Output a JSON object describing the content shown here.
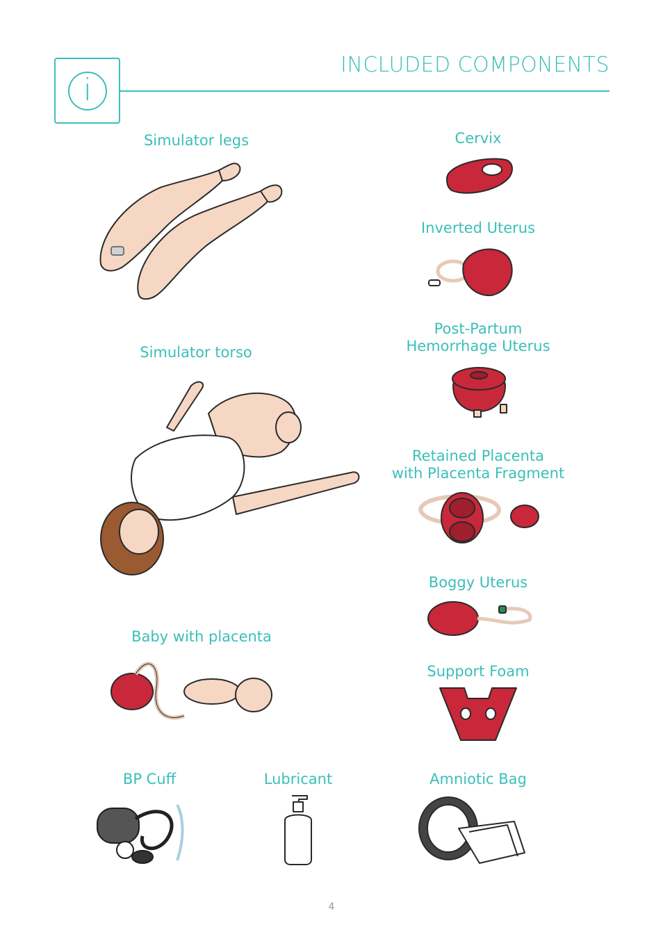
{
  "header": {
    "title": "INCLUDED COMPONENTS",
    "info_icon": "info-icon"
  },
  "components": {
    "simulator_legs": "Simulator legs",
    "simulator_torso": "Simulator torso",
    "baby_with_placenta": "Baby with placenta",
    "bp_cuff": "BP Cuff",
    "lubricant": "Lubricant",
    "cervix": "Cervix",
    "inverted_uterus": "Inverted Uterus",
    "pph_uterus_line1": "Post-Partum",
    "pph_uterus_line2": "Hemorrhage Uterus",
    "retained_placenta_line1": "Retained Placenta",
    "retained_placenta_line2": "with Placenta Fragment",
    "boggy_uterus": "Boggy Uterus",
    "support_foam": "Support Foam",
    "amniotic_bag": "Amniotic Bag"
  },
  "footer": {
    "page_number": "4"
  },
  "colors": {
    "accent": "#3bbfb8",
    "component_red": "#c8283a",
    "skin": "#f6d7c4"
  }
}
